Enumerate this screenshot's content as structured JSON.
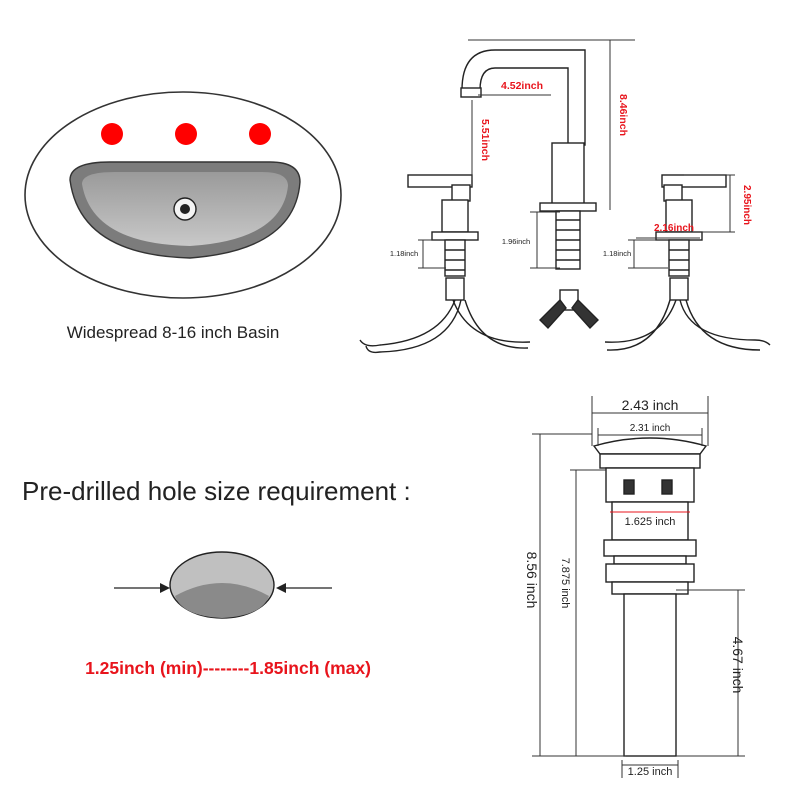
{
  "basin": {
    "caption": "Widespread 8-16 inch Basin",
    "hole_color": "#ff0000"
  },
  "faucet": {
    "spout_reach": "4.52inch",
    "spout_height": "5.51inch",
    "total_height": "8.46inch",
    "handle_height": "2.95inch",
    "handle_width": "2.16inch",
    "left_shank": "1.18inch",
    "center_shank": "1.96inch",
    "right_shank": "1.18inch"
  },
  "hole": {
    "title": "Pre-drilled hole size requirement :",
    "range": "1.25inch (min)--------1.85inch (max)",
    "range_color": "#e8141c"
  },
  "drain": {
    "cap_outer": "2.43 inch",
    "cap_inner": "2.31 inch",
    "body_width": "1.625 inch",
    "total_height": "8.56 inch",
    "below_cap_height": "7.875 inch",
    "tail_height": "4.67 inch",
    "tail_width": "1.25 inch"
  }
}
